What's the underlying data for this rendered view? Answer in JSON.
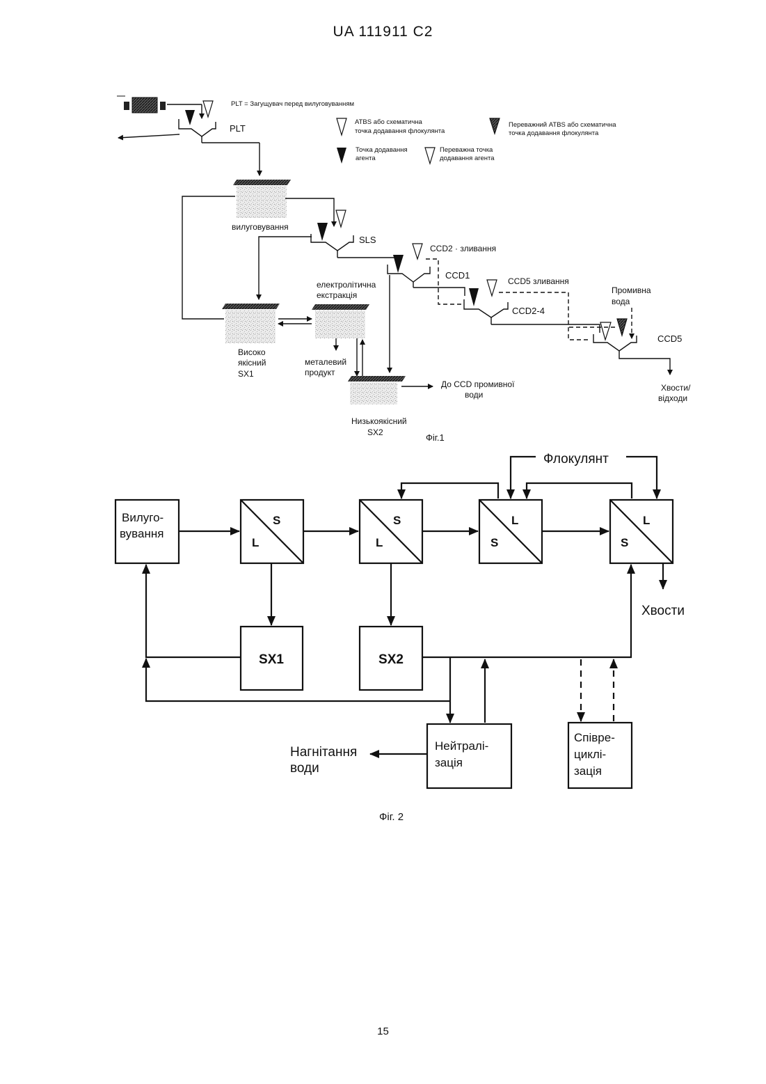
{
  "header": "UA   111911   C2",
  "page_number": "15",
  "fig1": {
    "caption": "Фіг.1",
    "legend": {
      "plt_def": "PLT =   Загущувач перед вилуговуванням",
      "atbs_1": "ATBS або схематична",
      "atbs_2": "точка додавання флокулянта",
      "pref_atbs_1": "Переважний ATBS або схематична",
      "pref_atbs_2": "точка додавання флокулянта",
      "agent_1": "Точка додавання",
      "agent_2": "агента",
      "pref_agent_1": "Переважна точка",
      "pref_agent_2": "додавання агента"
    },
    "labels": {
      "plt": "PLT",
      "leach": "вилуговування",
      "sls": "SLS",
      "ccd2_pour": "CCD2 · зливання",
      "ccd1": "CCD1",
      "ccd5_pour": "CCD5  зливання",
      "ccd24": "CCD2-4",
      "wash_water_1": "Промивна",
      "wash_water_2": "вода",
      "ccd5": "CCD5",
      "electro_1": "електролітична",
      "electro_2": "екстракція",
      "sx1_1": "Високо",
      "sx1_2": "якісний",
      "sx1_3": "SX1",
      "metal_1": "металевий",
      "metal_2": "продукт",
      "to_ccd_1": "До CCD промивної",
      "to_ccd_2": "води",
      "sx2_1": "Низькоякісний",
      "sx2_2": "SX2",
      "tails_1": "Хвости/",
      "tails_2": "відходи"
    }
  },
  "fig2": {
    "caption": "Фіг. 2",
    "flocculant": "Флокулянт",
    "leach_1": "Вилуго-",
    "leach_2": "вування",
    "s": "S",
    "l": "L",
    "sx1": "SX1",
    "sx2": "SX2",
    "tails": "Хвости",
    "neutral_1": "Нейтралі-",
    "neutral_2": "зація",
    "corecycle_1": "Співре-",
    "corecycle_2": "циклі-",
    "corecycle_3": "зація",
    "injection_1": "Нагнітання",
    "injection_2": "води"
  }
}
